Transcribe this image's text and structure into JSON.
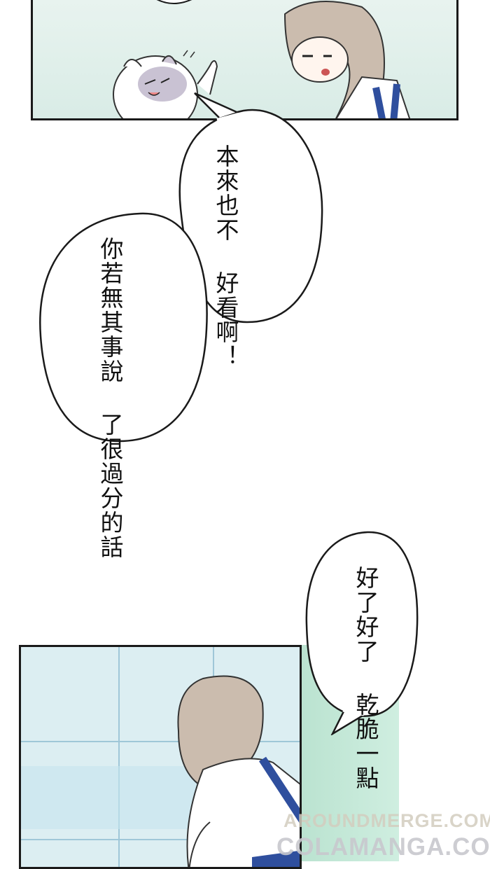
{
  "bubbles": {
    "bubble1": [
      "本來也不",
      "好看啊！"
    ],
    "bubble2": [
      "你若無其事說",
      "了很過分的話"
    ],
    "bubble3": [
      "好了好了",
      "乾脆一點"
    ]
  },
  "watermark": {
    "line1": "AROUNDMERGE.COM",
    "line2": "COLAMANGA.COM"
  },
  "colors": {
    "ink": "#111111",
    "panel_bg_top": "#e3f1ec",
    "panel_bg_bottom": "#dceef2",
    "hair": "#c9b9ac",
    "overalls": "#2f4f9e"
  }
}
